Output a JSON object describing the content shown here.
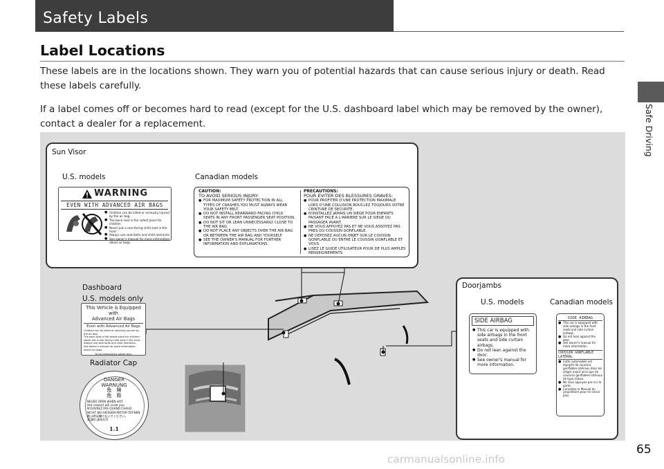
{
  "header": {
    "title": "Safety Labels",
    "side_tab": "Safe Driving"
  },
  "section": {
    "title": "Label Locations",
    "para1": "These labels are in the locations shown. They warn you of potential hazards that can cause serious injury or death. Read these labels carefully.",
    "para2": "If a label comes off or becomes hard to read (except for the U.S. dashboard label which may be removed by the owner), contact a dealer for a replacement."
  },
  "sun_visor": {
    "heading": "Sun Visor",
    "us_label": "U.S. models",
    "ca_label": "Canadian models",
    "warning_title": "WARNING",
    "warning_sub": "EVEN WITH ADVANCED AIR BAGS",
    "warning_bullets": [
      "Children can be killed or seriously injured by the air bag",
      "The back seat is the safest place for children",
      "Never put a rear-facing child seat in the front",
      "Always use seat belts and child restraints",
      "See owner's manual for more information about air bags"
    ],
    "caution_title": "CAUTION:",
    "caution_sub": "TO AVOID SERIOUS INJURY:",
    "caution_bullets": [
      "FOR MAXIMUM SAFETY PROTECTION IN ALL TYPES OF CRASHES,YOU MUST ALWAYS WEAR YOUR SAFETY BELT.",
      "DO NOT INSTALL REARWARD-FACING CHILD SEATS IN ANY FRONT PASSENGER SEAT POSITION.",
      "DO NOT SIT OR LEAN UNNECESSARILY CLOSE TO THE AIR BAG.",
      "DO NOT PLACE ANY OBJECTS OVER THE AIR BAG OR BETWEEN THE AIR BAG AND YOURSELF.",
      "SEE THE OWNER'S MANUAL FOR FURTHER INFORMATION AND EXPLANATIONS."
    ],
    "precautions_title": "PRECAUTIONS:",
    "precautions_sub": "POUR EVITER DES BLESSURES GRAVES:",
    "precautions_bullets": [
      "POUR PROFITER D'UNE PROTECTION MAXIMALE LORS D'UNE COLLISION BOUCLEZ TOUJOURS VOTRE CEINTURE DE SECURITE.",
      "N'INSTALLEZ JAMAIS UN SIEGE POUR ENFANTS FAISANT FACE A L'ARRIERE SUR LE SIEGE DU PASSAGER AVANT.",
      "NE VOUS APPUYEZ PAS ET NE VOUS ASSOYEZ PAS PRES DU COUSSIN GONFLABLE.",
      "NE DEPOSEZ AUCUN OBJET SUR LE COUSSIN GONFLABLE OU ENTRE LE COUSSIN GONFLABLE ET VOUS.",
      "LISEZ LE GUIDE UTILISATEUR POUR DE PLUS AMPLES RENSEIGNEMENTS."
    ]
  },
  "dashboard": {
    "heading_line1": "Dashboard",
    "heading_line2": "U.S. models only",
    "label_line1": "This Vehicle is Equipped with",
    "label_line2": "Advanced Air Bags",
    "sub_title": "Even with Advanced Air Bags",
    "body_lines": [
      "Children can be killed or seriously injured by the air bag.",
      "The back seat is the safest place for children.",
      "Never put a rear-facing child seat in the front.",
      "Always use seat belts and child restraints.",
      "See owner's manual for more information about air bags."
    ],
    "footer": "To be removed by owner only"
  },
  "radiator": {
    "heading": "Radiator Cap",
    "danger": "DANGER",
    "warnung": "WARNUNG",
    "kiken": "危　険",
    "kiken2": "危　險",
    "lines": [
      "NEVER OPEN WHEN HOT.",
      "Hot coolant will scald you.",
      "N'OUVREZ PAS QUAND CHAUD",
      "NICHT BEI HEISSEM MOTOR ÖFFNEN",
      "熱い時は開けないでください。",
      "高温时,请勿打开"
    ],
    "value": "1.1"
  },
  "doorjambs": {
    "heading": "Doorjambs",
    "us_label": "U.S. models",
    "ca_label": "Canadian models",
    "us_card_title": "SIDE AIRBAG",
    "us_bullets": [
      "This car is equipped with side airbags in the front seats and side curtain airbags.",
      "Do not lean against the door.",
      "See owner's manual for more information."
    ],
    "ca_title1": "SIDE AIRBAG",
    "ca_bullets1": [
      "This car is equipped with side airbags in the front seats and side curtain airbags.",
      "Do not lean against the door.",
      "See owner's manual for more information."
    ],
    "ca_title2": "COUSSIN GONFLABLE LATÉRAL",
    "ca_bullets2": [
      "Cette automobile est équipée de coussins gonflables latéraux dans les sièges avant ainsi que de coussins gonflables latéraux de type rideau.",
      "Ne vous appuyez pas sur la porte.",
      "Consultez le Manuel du propriétaire pour en savoir plus."
    ]
  },
  "footer": {
    "page_number": "65",
    "watermark": "carmanualsonline.info"
  }
}
